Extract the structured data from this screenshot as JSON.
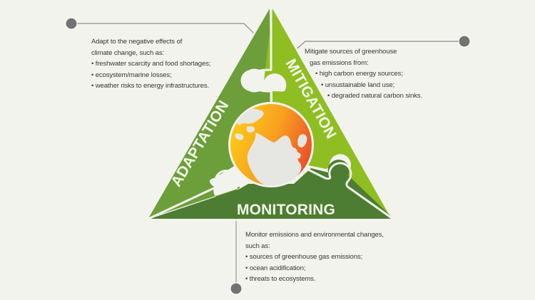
{
  "colors": {
    "background": "#f1f3ec",
    "adaptation": "#6c9e3a",
    "mitigation": "#8fbe22",
    "monitoring": "#4c7d32",
    "outline": "#f1f3ec",
    "connector": "#8a8a8a",
    "dot": "#727272",
    "globe_ocean_start": "#fccb16",
    "globe_ocean_end": "#ea4b2a",
    "globe_land": "#e6e6e2"
  },
  "labels": {
    "adaptation": "ADAPTATION",
    "mitigation": "MITIGATION",
    "monitoring": "MONITORING"
  },
  "adaptation": {
    "intro": [
      "Adapt to the negative effects of",
      "climate change, such as:"
    ],
    "items": [
      "• freshwater scarcity and food shortages;",
      "• ecosystem/marine losses;",
      "• weather risks to energy infrastructures."
    ]
  },
  "mitigation": {
    "intro": [
      "Mitigate sources of greenhouse",
      "gas emissions from:"
    ],
    "items": [
      "• high carbon energy sources;",
      "• unsustainable land use;",
      "• degraded natural carbon sinks."
    ]
  },
  "monitoring": {
    "intro": [
      "Monitor emissions and environmental changes,",
      "such as:"
    ],
    "items": [
      "• sources of greenhouse gas emissions;",
      "• ocean acidification;",
      "• threats to ecosystems."
    ]
  },
  "icons": {
    "globe": "globe-icon",
    "connector_dot": "dot-marker"
  }
}
